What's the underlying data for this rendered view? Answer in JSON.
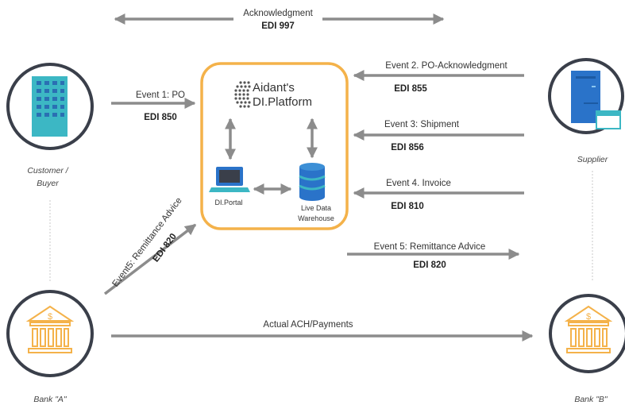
{
  "colors": {
    "arrow": "#8c8c8c",
    "platform_border": "#f4b24a",
    "bank_icon": "#f4b24a",
    "building": "#3cb7c4",
    "supplier": "#2a73c9",
    "circle_border": "#3a3f4a"
  },
  "flows": {
    "top": {
      "label": "Acknowledgment",
      "edi": "EDI 997"
    },
    "event1": {
      "label": "Event 1: PO",
      "edi": "EDI 850"
    },
    "event2": {
      "label": "Event 2. PO-Acknowledgment",
      "edi": "EDI 855"
    },
    "event3": {
      "label": "Event 3: Shipment",
      "edi": "EDI 856"
    },
    "event4": {
      "label": "Event 4. Invoice",
      "edi": "EDI 810"
    },
    "event5_right": {
      "label": "Event 5: Remittance Advice",
      "edi": "EDI 820"
    },
    "event5_left": {
      "label": "Event5: Remittance Advice",
      "edi": "EDI 820"
    },
    "payments": {
      "label": "Actual ACH/Payments"
    }
  },
  "nodes": {
    "customer_line1": "Customer /",
    "customer_line2": "Buyer",
    "supplier": "Supplier",
    "bank_a": "Bank \"A\"",
    "bank_b": "Bank \"B\""
  },
  "platform": {
    "title_line1": "Aidant's",
    "title_line2": "DI.Platform",
    "portal": "DI.Portal",
    "warehouse_line1": "Live Data",
    "warehouse_line2": "Warehouse"
  },
  "icons": {
    "customer": "office-building-icon",
    "supplier": "server-window-icon",
    "bank_a": "bank-icon",
    "bank_b": "bank-icon",
    "portal": "laptop-icon",
    "warehouse": "database-icon",
    "logo": "dotted-globe-logo"
  }
}
